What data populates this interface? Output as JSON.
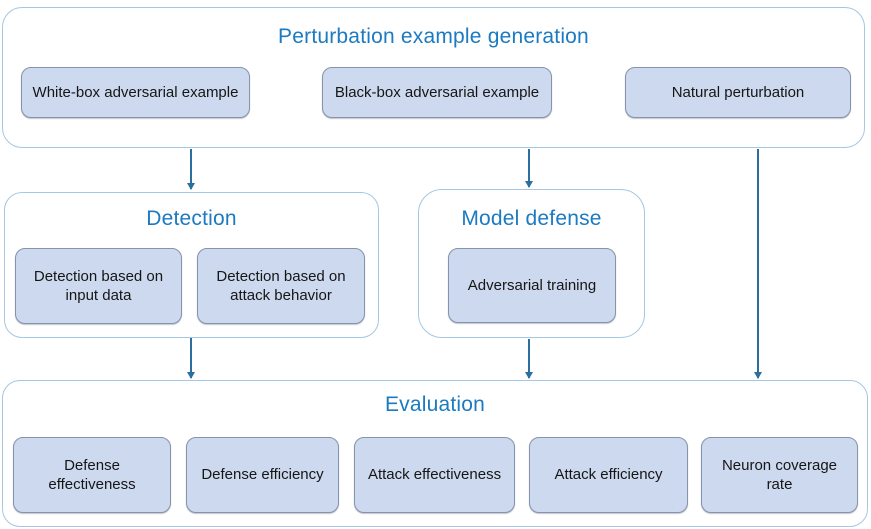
{
  "colors": {
    "title_blue": "#1b7ac1",
    "container_border": "#a5c7e3",
    "node_fill": "#ccd9ee",
    "node_border": "#8593ad",
    "arrow": "#2c6e9e",
    "background": "#ffffff",
    "node_text": "#161616"
  },
  "generation": {
    "title": "Perturbation example generation",
    "items": [
      {
        "label": "White-box adversarial example"
      },
      {
        "label": "Black-box adversarial example"
      },
      {
        "label": "Natural perturbation"
      }
    ]
  },
  "detection": {
    "title": "Detection",
    "items": [
      {
        "label": "Detection based on input data"
      },
      {
        "label": "Detection based on attack behavior"
      }
    ]
  },
  "model_defense": {
    "title": "Model defense",
    "items": [
      {
        "label": "Adversarial training"
      }
    ]
  },
  "evaluation": {
    "title": "Evaluation",
    "items": [
      {
        "label": "Defense effectiveness"
      },
      {
        "label": "Defense efficiency"
      },
      {
        "label": "Attack effectiveness"
      },
      {
        "label": "Attack efficiency"
      },
      {
        "label": "Neuron coverage rate"
      }
    ]
  }
}
